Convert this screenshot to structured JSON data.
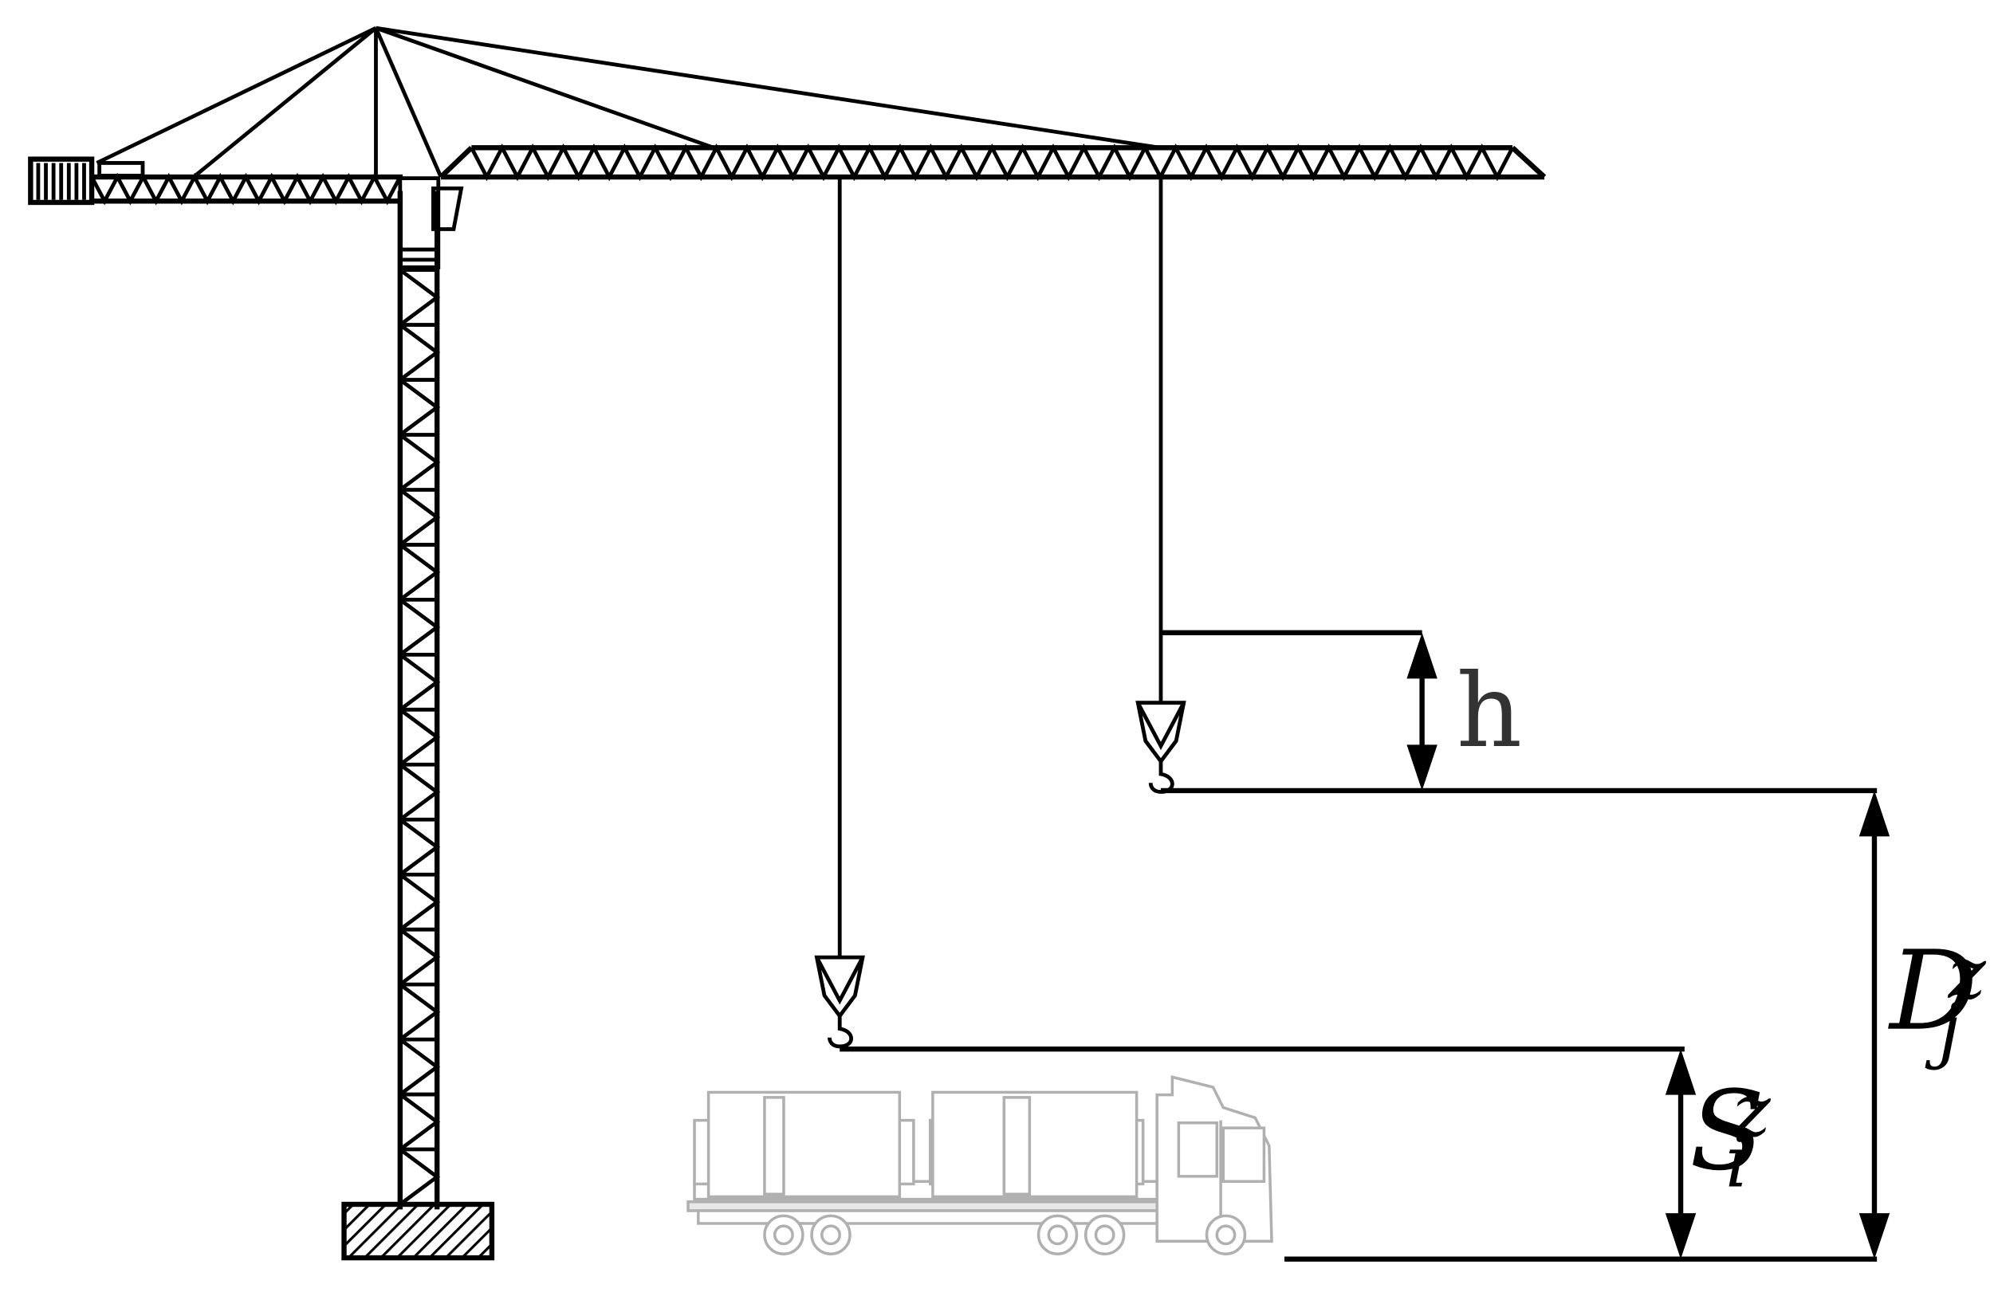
{
  "labels": {
    "h": "h",
    "s_main": "S",
    "s_sub": "i",
    "s_sup": "z",
    "d_main": "D",
    "d_sub": "j",
    "d_sup": "z"
  },
  "colors": {
    "line": "#000000",
    "truck": "#b0b0b0"
  }
}
